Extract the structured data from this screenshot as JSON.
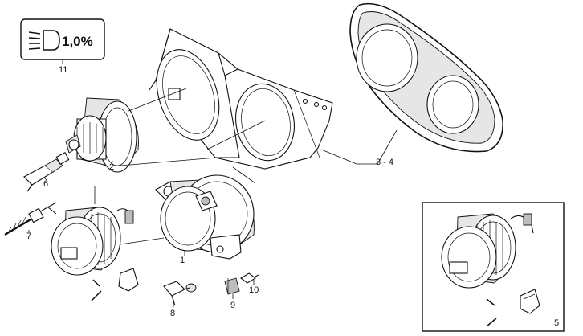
{
  "badge": {
    "text": "1,0%",
    "icon": "headlamp-level-icon"
  },
  "callouts": [
    {
      "id": "1",
      "text": "1"
    },
    {
      "id": "2",
      "text": "2"
    },
    {
      "id": "3-4",
      "text": "3 - 4"
    },
    {
      "id": "5",
      "text": "5"
    },
    {
      "id": "6",
      "text": "6"
    },
    {
      "id": "7",
      "text": "7"
    },
    {
      "id": "8",
      "text": "8"
    },
    {
      "id": "9",
      "text": "9"
    },
    {
      "id": "10",
      "text": "10"
    },
    {
      "id": "11",
      "text": "11"
    }
  ]
}
